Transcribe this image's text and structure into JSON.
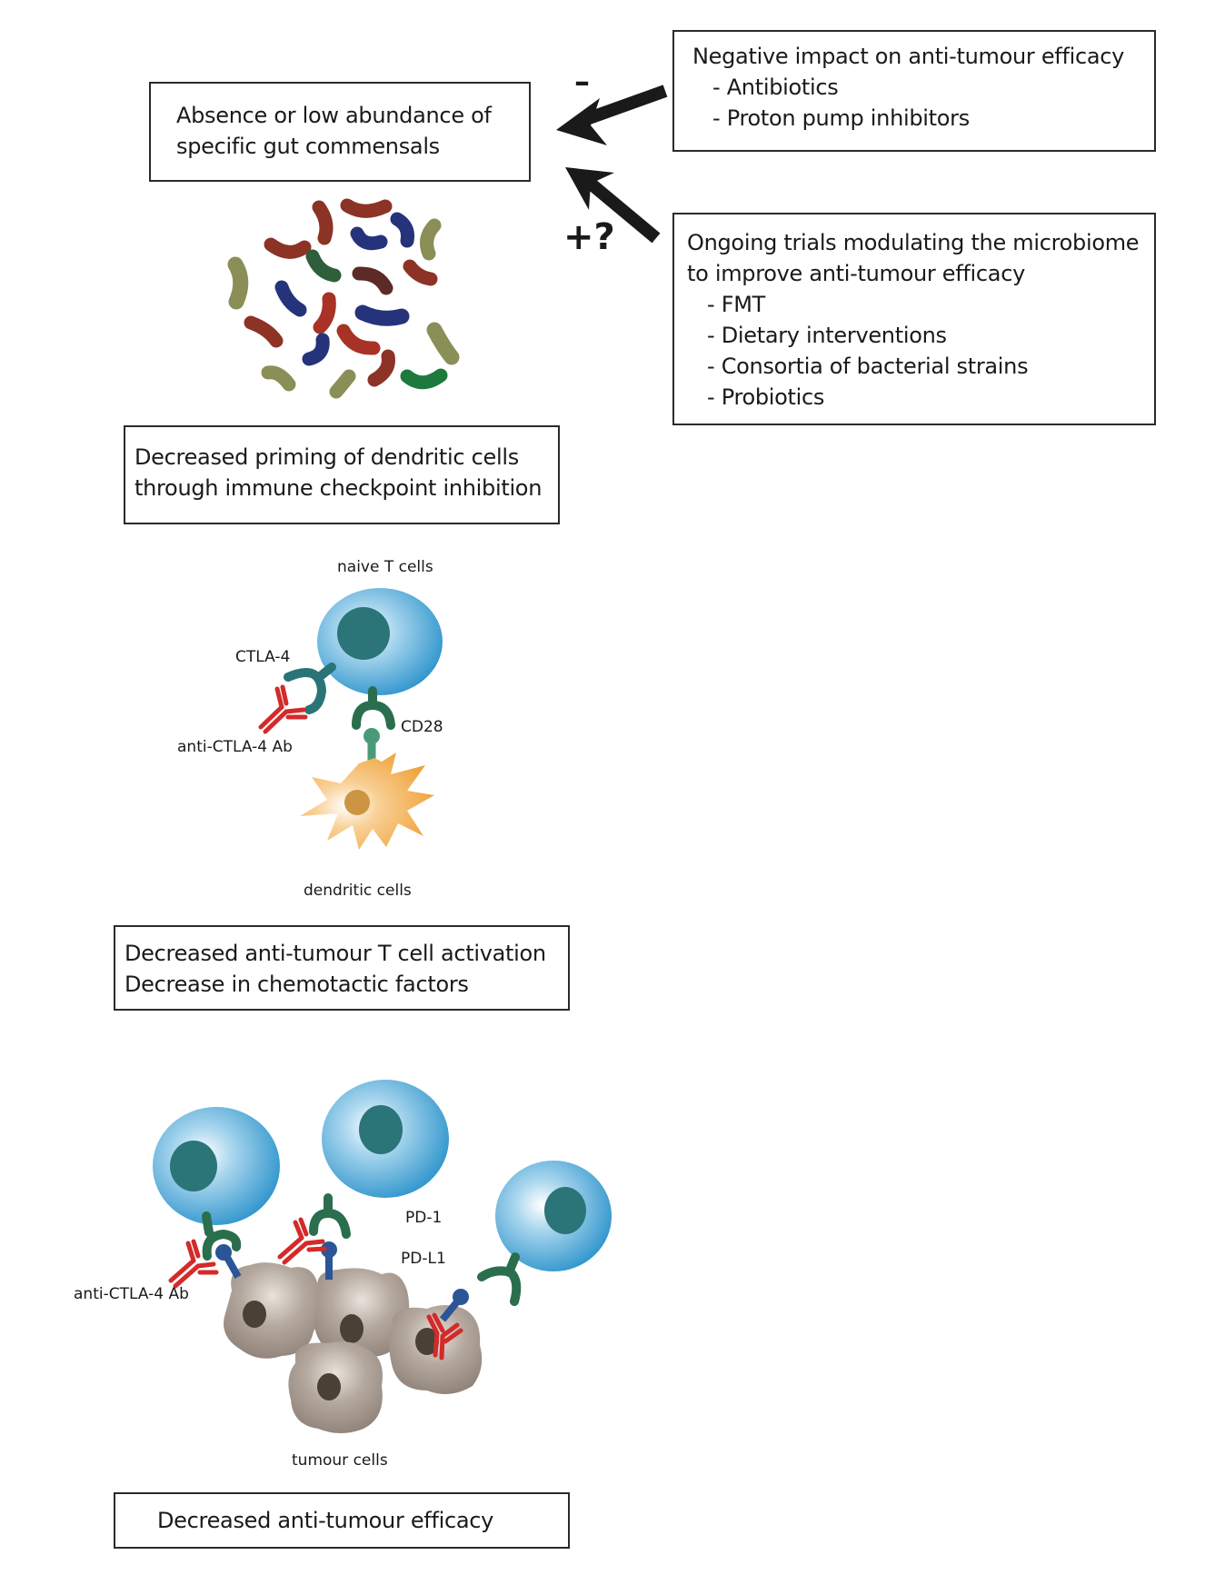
{
  "boxes": {
    "gut": {
      "lines": [
        "Absence or low abundance of",
        "specific gut commensals"
      ]
    },
    "negative": {
      "title": "Negative impact on anti-tumour efficacy",
      "items": [
        "- Antibiotics",
        "- Proton pump inhibitors"
      ]
    },
    "trials": {
      "title_lines": [
        "Ongoing trials modulating the microbiome",
        "to improve anti-tumour efficacy"
      ],
      "items": [
        "- FMT",
        "- Dietary interventions",
        "- Consortia of bacterial strains",
        "- Probiotics"
      ]
    },
    "priming": {
      "lines": [
        "Decreased priming of dendritic cells",
        "through immune checkpoint inhibition"
      ]
    },
    "activation": {
      "lines": [
        "Decreased anti-tumour T cell activation",
        "Decrease in chemotactic factors"
      ]
    },
    "efficacy": {
      "lines": [
        "Decreased anti-tumour efficacy"
      ]
    }
  },
  "arrows": {
    "negative_sign": "–",
    "positive_sign": "+?"
  },
  "labels": {
    "naive_t_cells": "naive T cells",
    "ctla4": "CTLA-4",
    "anti_ctla4_top": "anti-CTLA-4 Ab",
    "cd28": "CD28",
    "dendritic_cells": "dendritic cells",
    "pd1": "PD-1",
    "pdl1": "PD-L1",
    "anti_ctla4_bottom": "anti-CTLA-4 Ab",
    "tumour_cells": "tumour cells"
  },
  "colors": {
    "bacteria_red": "#8c3326",
    "bacteria_bright_red": "#a83226",
    "bacteria_brown": "#5c2b27",
    "bacteria_blue": "#25347a",
    "bacteria_olive": "#8a8f58",
    "bacteria_green": "#2e5e3a",
    "bacteria_bright_green": "#1e7a3c",
    "t_cell": "#3a9ccf",
    "nucleus": "#2b7478",
    "receptor_green": "#2a6e4e",
    "ctla4_teal": "#2a7478",
    "ligand_blue": "#2b5596",
    "antibody_red": "#d42a2a",
    "dendritic": "#f0a340",
    "tumour": "#a09287",
    "tumour_nucleus": "#4a4036"
  }
}
